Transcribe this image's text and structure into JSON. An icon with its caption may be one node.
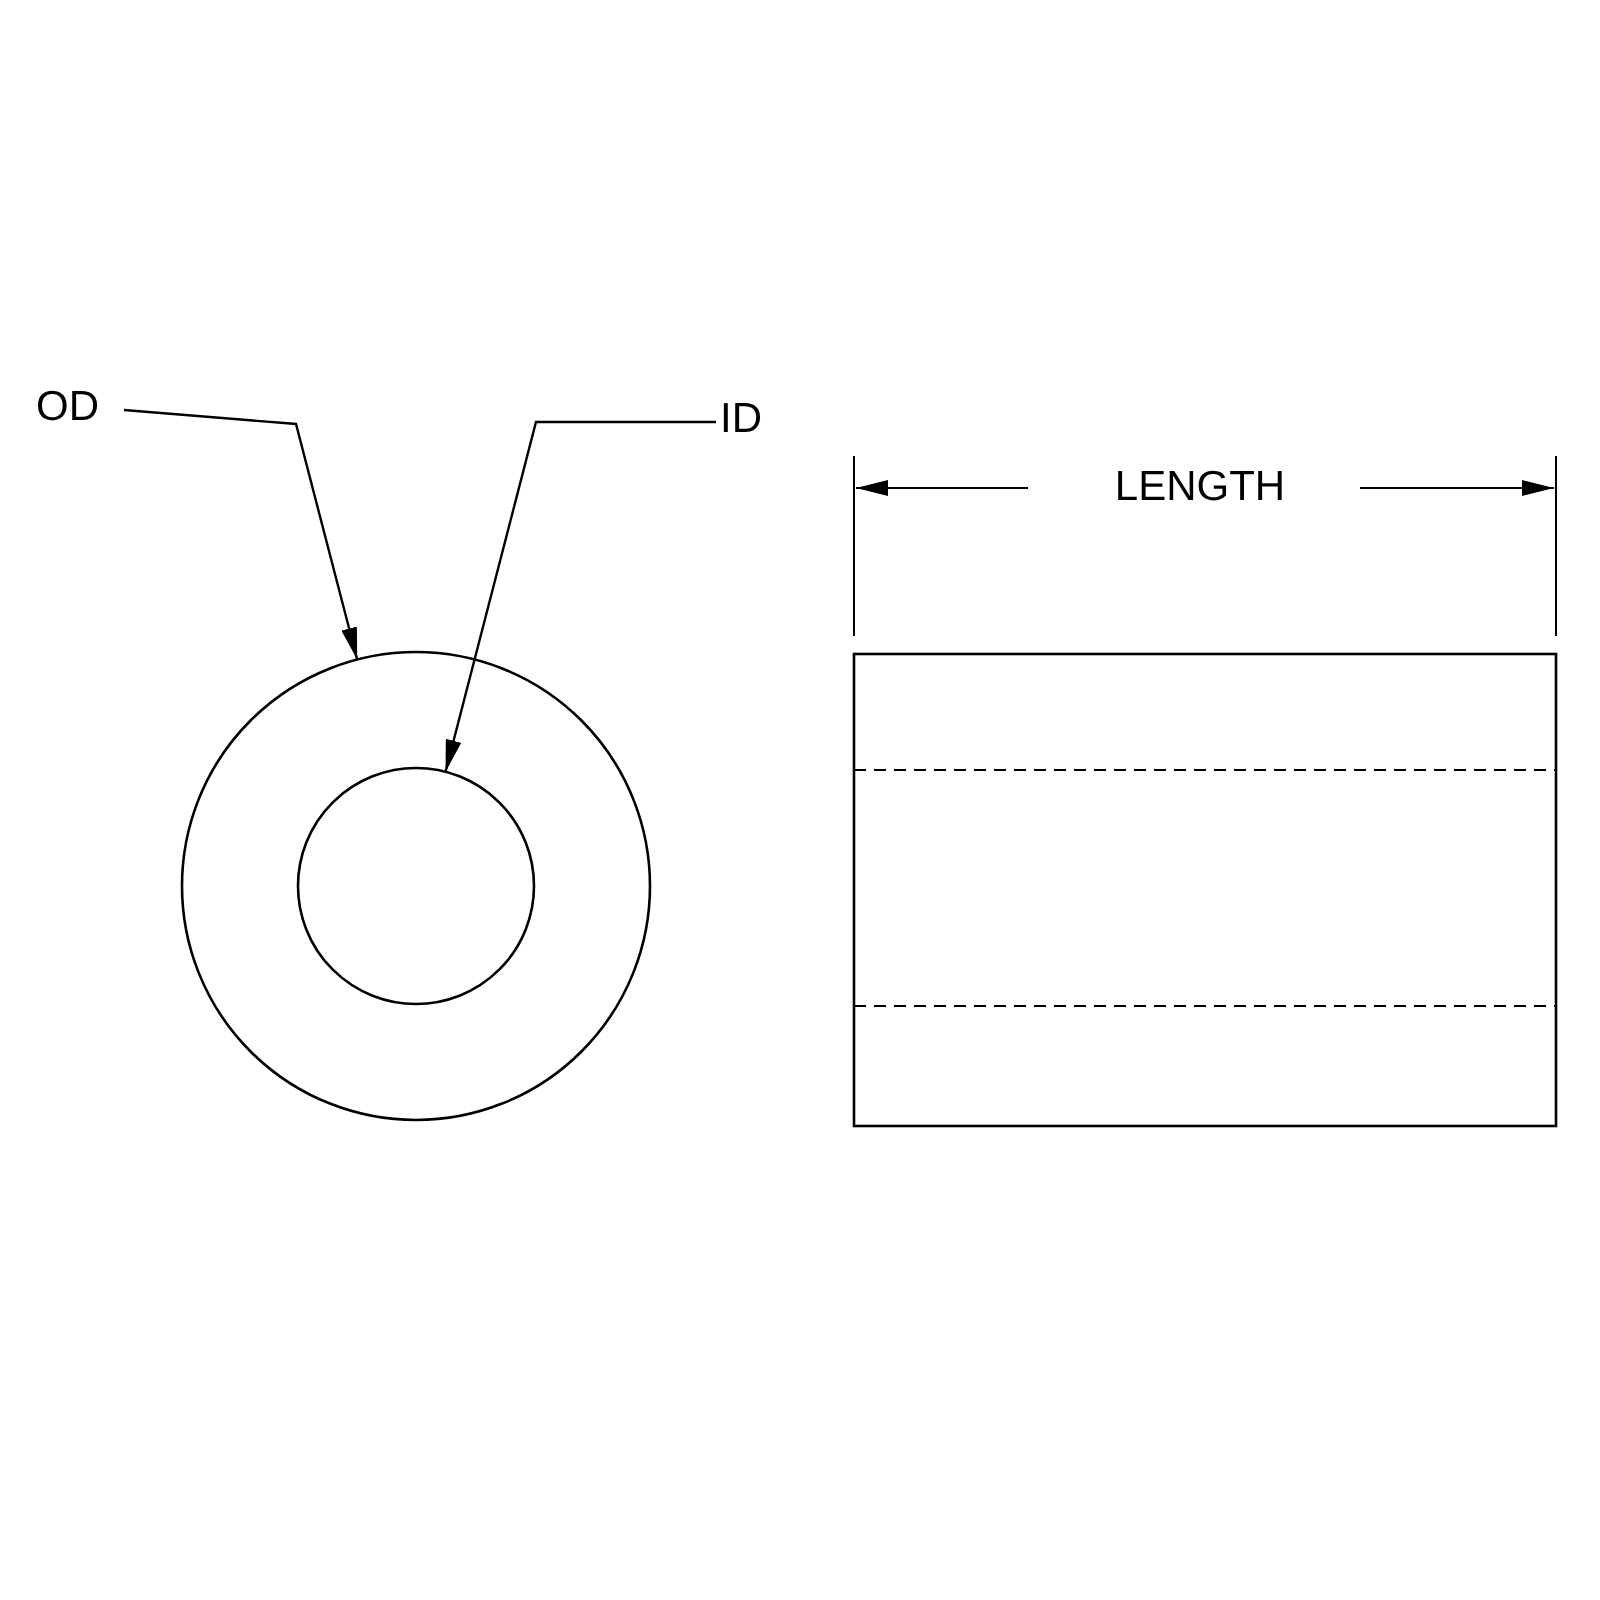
{
  "diagram": {
    "nodes": [
      {
        "text": [
          "OD"
        ]
      },
      {
        "text": [],
        "shape": "circle"
      },
      {
        "text": [
          "ID"
        ]
      },
      {
        "text": [],
        "shape": "circle",
        "in": 1
      }
    ],
    "edges": [
      {
        "from": 0,
        "to": 1,
        "arrow": "to"
      },
      {
        "from": 2,
        "to": 3,
        "arrow": "to"
      }
    ],
    "labels": [
      "LENGTH"
    ]
  }
}
